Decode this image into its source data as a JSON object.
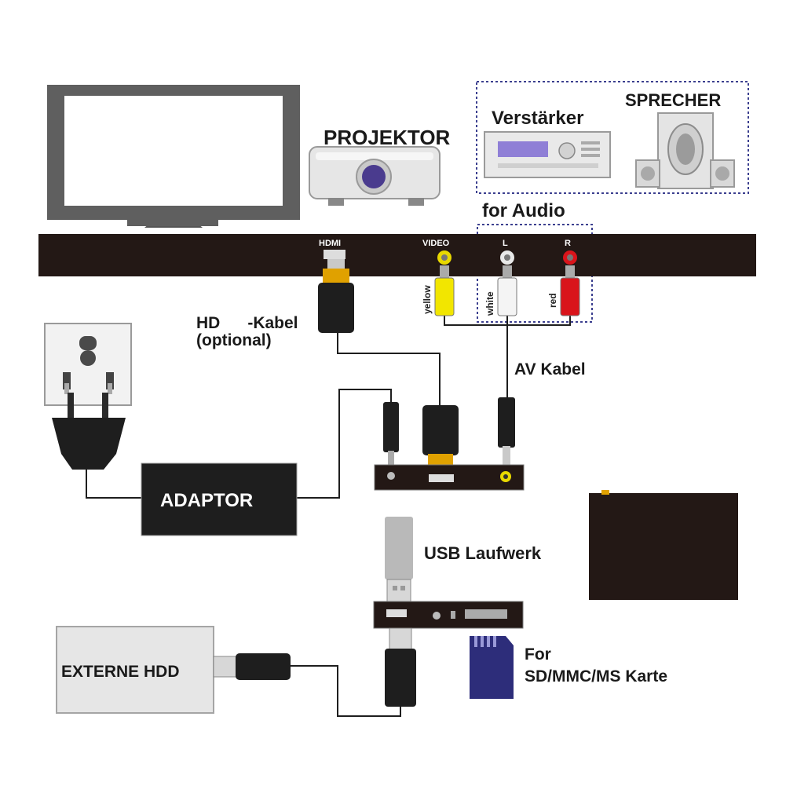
{
  "labels": {
    "projector": "PROJEKTOR",
    "amplifier": "Verstärker",
    "speaker": "SPRECHER",
    "for_audio": "for Audio",
    "port_hdmi": "HDMI",
    "port_video": "VIDEO",
    "port_l": "L",
    "port_r": "R",
    "wire_yellow": "yellow",
    "wire_white": "white",
    "wire_red": "red",
    "hdmi_cable_line1": "HD      -Kabel",
    "hdmi_cable_line2": "(optional)",
    "av_cable": "AV Kabel",
    "adaptor": "ADAPTOR",
    "usb_drive": "USB Laufwerk",
    "external_hdd": "EXTERNE HDD",
    "card_line1": "For",
    "card_line2": "SD/MMC/MS Karte"
  },
  "colors": {
    "cable": "#1e1e1e",
    "bar": "#231815",
    "yellow_plug": "#f2e600",
    "red_plug": "#d9141b",
    "white_plug": "#f4f4f4",
    "audio_box_border": "#3b3f8f",
    "sd_card": "#2d2d7a"
  }
}
